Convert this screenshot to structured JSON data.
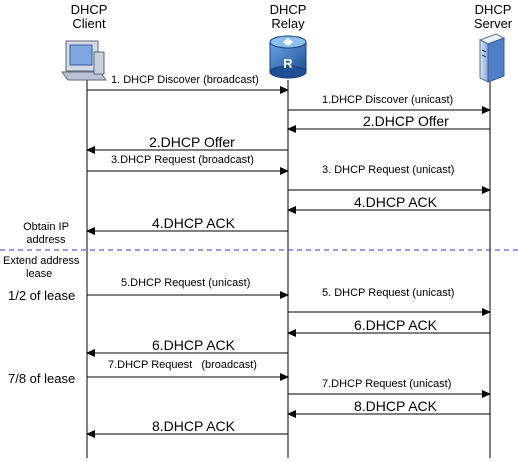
{
  "parties": {
    "client": {
      "line1": "DHCP",
      "line2": "Client"
    },
    "relay": {
      "line1": "DHCP",
      "line2": "Relay"
    },
    "server": {
      "line1": "DHCP",
      "line2": "Server"
    }
  },
  "messages": [
    "1. DHCP Discover (broadcast)",
    "1.DHCP Discover (unicast)",
    "2.DHCP Offer",
    "2.DHCP Offer",
    "3.DHCP Request (broadcast)",
    "3. DHCP Request (unicast)",
    "4.DHCP ACK",
    "4.DHCP ACK",
    "5.DHCP Request (unicast)",
    "5. DHCP Request (unicast)",
    "6.DHCP ACK",
    "6.DHCP ACK",
    "7.DHCP Request   (broadcast)",
    "7.DHCP Request (unicast)",
    "8.DHCP ACK",
    "8.DHCP ACK"
  ],
  "notes": {
    "obtain_line1": "Obtain IP",
    "obtain_line2": "address",
    "extend_line1": "Extend address",
    "extend_line2": "lease",
    "half_lease": "1/2 of lease",
    "seven_eighths_lease": "7/8 of lease"
  },
  "colors": {
    "separator": "#3a3acc",
    "router_blue": "#2f6fb8",
    "server_blue": "#3d73c0"
  },
  "icons": {
    "client": "computer-icon",
    "relay": "router-icon",
    "server": "server-icon"
  }
}
